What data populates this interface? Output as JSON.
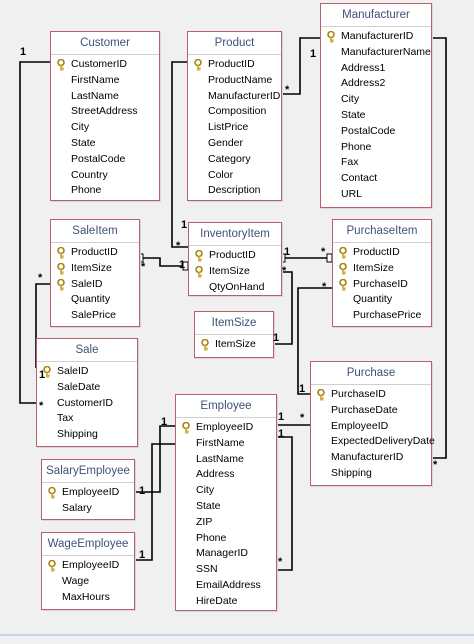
{
  "tables": {
    "customer": {
      "title": "Customer",
      "fields": [
        {
          "name": "CustomerID",
          "pk": true
        },
        {
          "name": "FirstName",
          "pk": false
        },
        {
          "name": "LastName",
          "pk": false
        },
        {
          "name": "StreetAddress",
          "pk": false
        },
        {
          "name": "City",
          "pk": false
        },
        {
          "name": "State",
          "pk": false
        },
        {
          "name": "PostalCode",
          "pk": false
        },
        {
          "name": "Country",
          "pk": false
        },
        {
          "name": "Phone",
          "pk": false
        }
      ]
    },
    "product": {
      "title": "Product",
      "fields": [
        {
          "name": "ProductID",
          "pk": true
        },
        {
          "name": "ProductName",
          "pk": false
        },
        {
          "name": "ManufacturerID",
          "pk": false
        },
        {
          "name": "Composition",
          "pk": false
        },
        {
          "name": "ListPrice",
          "pk": false
        },
        {
          "name": "Gender",
          "pk": false
        },
        {
          "name": "Category",
          "pk": false
        },
        {
          "name": "Color",
          "pk": false
        },
        {
          "name": "Description",
          "pk": false
        }
      ]
    },
    "manufacturer": {
      "title": "Manufacturer",
      "fields": [
        {
          "name": "ManufacturerID",
          "pk": true
        },
        {
          "name": "ManufacturerName",
          "pk": false
        },
        {
          "name": "Address1",
          "pk": false
        },
        {
          "name": "Address2",
          "pk": false
        },
        {
          "name": "City",
          "pk": false
        },
        {
          "name": "State",
          "pk": false
        },
        {
          "name": "PostalCode",
          "pk": false
        },
        {
          "name": "Phone",
          "pk": false
        },
        {
          "name": "Fax",
          "pk": false
        },
        {
          "name": "Contact",
          "pk": false
        },
        {
          "name": "URL",
          "pk": false
        }
      ]
    },
    "saleitem": {
      "title": "SaleItem",
      "fields": [
        {
          "name": "ProductID",
          "pk": true
        },
        {
          "name": "ItemSize",
          "pk": true
        },
        {
          "name": "SaleID",
          "pk": true
        },
        {
          "name": "Quantity",
          "pk": false
        },
        {
          "name": "SalePrice",
          "pk": false
        }
      ]
    },
    "inventoryitem": {
      "title": "InventoryItem",
      "fields": [
        {
          "name": "ProductID",
          "pk": true
        },
        {
          "name": "ItemSize",
          "pk": true
        },
        {
          "name": "QtyOnHand",
          "pk": false
        }
      ]
    },
    "purchaseitem": {
      "title": "PurchaseItem",
      "fields": [
        {
          "name": "ProductID",
          "pk": true
        },
        {
          "name": "ItemSize",
          "pk": true
        },
        {
          "name": "PurchaseID",
          "pk": true
        },
        {
          "name": "Quantity",
          "pk": false
        },
        {
          "name": "PurchasePrice",
          "pk": false
        }
      ]
    },
    "itemsize": {
      "title": "ItemSize",
      "fields": [
        {
          "name": "ItemSize",
          "pk": true
        }
      ]
    },
    "sale": {
      "title": "Sale",
      "fields": [
        {
          "name": "SaleID",
          "pk": true
        },
        {
          "name": "SaleDate",
          "pk": false
        },
        {
          "name": "CustomerID",
          "pk": false
        },
        {
          "name": "Tax",
          "pk": false
        },
        {
          "name": "Shipping",
          "pk": false
        }
      ]
    },
    "purchase": {
      "title": "Purchase",
      "fields": [
        {
          "name": "PurchaseID",
          "pk": true
        },
        {
          "name": "PurchaseDate",
          "pk": false
        },
        {
          "name": "EmployeeID",
          "pk": false
        },
        {
          "name": "ExpectedDeliveryDate",
          "pk": false
        },
        {
          "name": "ManufacturerID",
          "pk": false
        },
        {
          "name": "Shipping",
          "pk": false
        }
      ]
    },
    "employee": {
      "title": "Employee",
      "fields": [
        {
          "name": "EmployeeID",
          "pk": true
        },
        {
          "name": "FirstName",
          "pk": false
        },
        {
          "name": "LastName",
          "pk": false
        },
        {
          "name": "Address",
          "pk": false
        },
        {
          "name": "City",
          "pk": false
        },
        {
          "name": "State",
          "pk": false
        },
        {
          "name": "ZIP",
          "pk": false
        },
        {
          "name": "Phone",
          "pk": false
        },
        {
          "name": "ManagerID",
          "pk": false
        },
        {
          "name": "SSN",
          "pk": false
        },
        {
          "name": "EmailAddress",
          "pk": false
        },
        {
          "name": "HireDate",
          "pk": false
        }
      ]
    },
    "salaryemployee": {
      "title": "SalaryEmployee",
      "fields": [
        {
          "name": "EmployeeID",
          "pk": true
        },
        {
          "name": "Salary",
          "pk": false
        }
      ]
    },
    "wageemployee": {
      "title": "WageEmployee",
      "fields": [
        {
          "name": "EmployeeID",
          "pk": true
        },
        {
          "name": "Wage",
          "pk": false
        },
        {
          "name": "MaxHours",
          "pk": false
        }
      ]
    }
  },
  "cardinality": {
    "one": "1",
    "many": "*"
  },
  "colors": {
    "border": "#b9616b",
    "title": "#3d5276",
    "line": "#000000",
    "key": "#c9a227"
  },
  "icons": {
    "key": "key-icon"
  }
}
